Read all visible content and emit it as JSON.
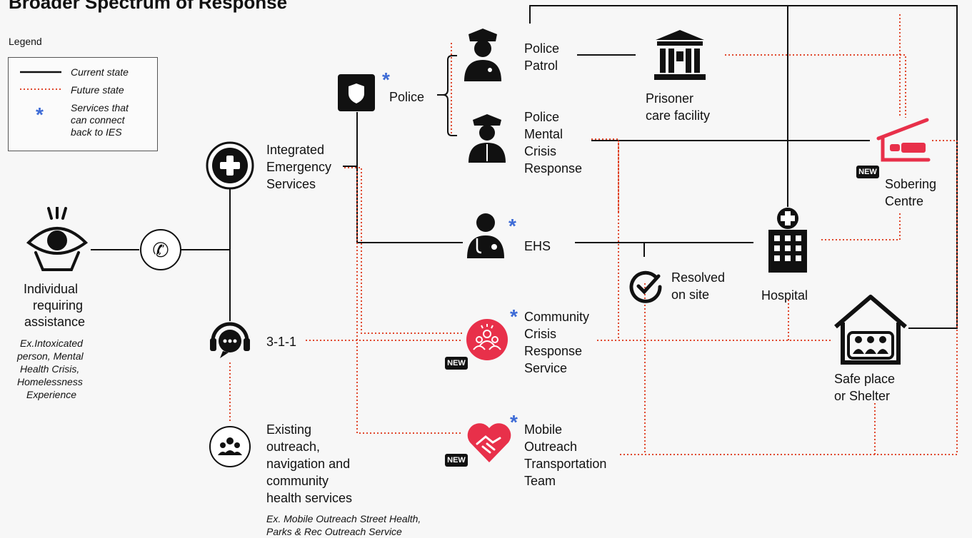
{
  "title": "Broader Spectrum of Response",
  "legend": {
    "title": "Legend",
    "current": "Current state",
    "future": "Future state",
    "asterisk_line1": "Services that",
    "asterisk_line2": "can connect",
    "asterisk_line3": "back to IES"
  },
  "colors": {
    "current": "#111111",
    "future": "#e0472c",
    "asterisk": "#3d6bd6",
    "new_service": "#e8304a"
  },
  "nodes": {
    "individual": {
      "l1": "Individual",
      "l2": "requiring",
      "l3": "assistance",
      "ex1": "Ex.Intoxicated",
      "ex2": "person, Mental",
      "ex3": "Health Crisis,",
      "ex4": "Homelessness",
      "ex5": "Experience"
    },
    "ies": {
      "l1": "Integrated",
      "l2": "Emergency",
      "l3": "Services"
    },
    "police": "Police",
    "police_patrol": {
      "l1": "Police",
      "l2": "Patrol"
    },
    "police_mental": {
      "l1": "Police",
      "l2": "Mental",
      "l3": "Crisis",
      "l4": "Response"
    },
    "prisoner": {
      "l1": "Prisoner",
      "l2": "care facility"
    },
    "sobering": {
      "l1": "Sobering",
      "l2": "Centre"
    },
    "ehs": "EHS",
    "hospital": "Hospital",
    "resolved": {
      "l1": "Resolved",
      "l2": "on site"
    },
    "three11": "3-1-1",
    "community": {
      "l1": "Community",
      "l2": "Crisis",
      "l3": "Response",
      "l4": "Service"
    },
    "safe": {
      "l1": "Safe place",
      "l2": "or Shelter"
    },
    "existing": {
      "l1": "Existing",
      "l2": "outreach,",
      "l3": "navigation and",
      "l4": "community",
      "l5": "health services",
      "ex1": "Ex. Mobile Outreach Street Health,",
      "ex2": "Parks & Rec Outreach Service"
    },
    "mobile": {
      "l1": "Mobile",
      "l2": "Outreach",
      "l3": "Transportation",
      "l4": "Team"
    }
  },
  "badges": {
    "new": "NEW",
    "asterisk": "*"
  }
}
